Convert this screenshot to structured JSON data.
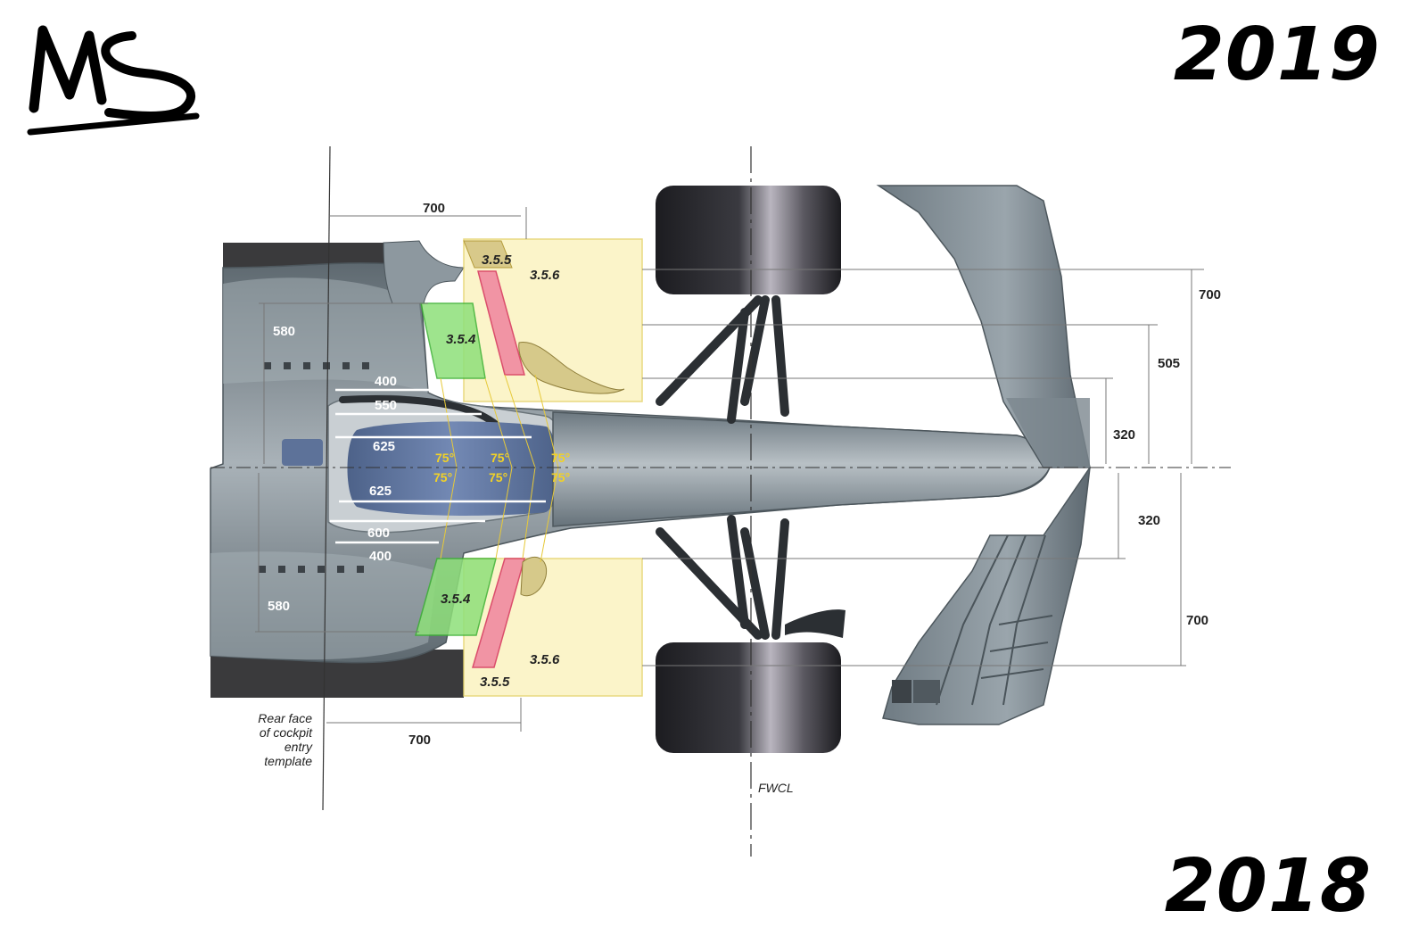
{
  "logo_text": "MS",
  "years": {
    "top": "2019",
    "bottom": "2018"
  },
  "reference_lines": {
    "fwcl": "FWCL"
  },
  "cockpit_note": [
    "Rear face",
    "of cockpit",
    "entry",
    "template"
  ],
  "dimensions": {
    "top_700": "700",
    "bottom_700": "700",
    "left_580_top": "580",
    "left_580_bottom": "580",
    "inner_400_top": "400",
    "inner_550": "550",
    "inner_625_top": "625",
    "inner_625_bottom": "625",
    "inner_600": "600",
    "inner_400_bottom": "400",
    "right_700_top": "700",
    "right_505": "505",
    "right_320_top": "320",
    "right_320_bottom": "320",
    "right_700_bottom": "700"
  },
  "zones": {
    "z355_top": "3.5.5",
    "z356_top": "3.5.6",
    "z354_top": "3.5.4",
    "z354_bottom": "3.5.4",
    "z356_bottom": "3.5.6",
    "z355_bottom": "3.5.5"
  },
  "angles": [
    "75°",
    "75°",
    "75°",
    "75°",
    "75°",
    "75°"
  ],
  "colors": {
    "green_zone": "#8ee07a",
    "red_zone": "#f08aa0",
    "yellow_zone": "#fbf3c0",
    "angle_text": "#f2d226",
    "body": "#8c979f",
    "tyre": "#2a2a2e"
  }
}
